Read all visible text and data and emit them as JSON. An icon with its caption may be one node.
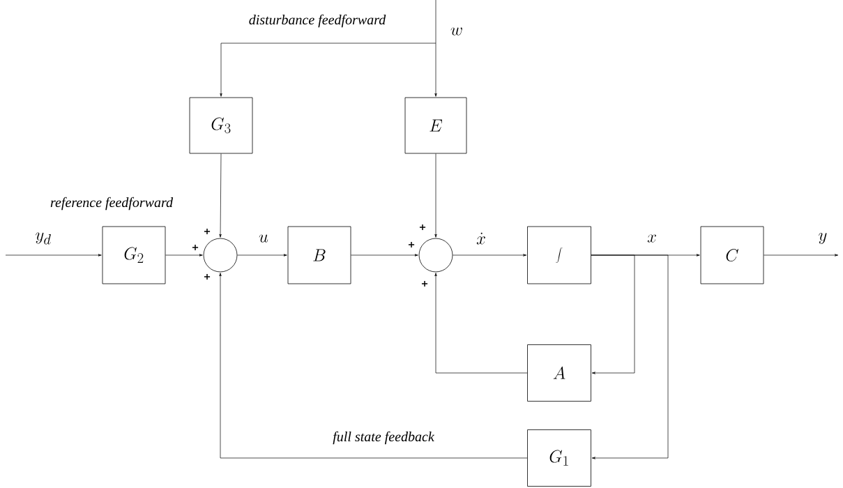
{
  "diagram": {
    "nodes": [
      {
        "text": [
          "G_3"
        ]
      },
      {
        "text": [
          "E"
        ]
      },
      {
        "text": [
          "G_2"
        ]
      },
      {
        "text": [],
        "shape": "circle"
      },
      {
        "text": [
          "B"
        ]
      },
      {
        "text": [],
        "shape": "circle"
      },
      {
        "text": [
          "\\int"
        ]
      },
      {
        "text": [
          "C"
        ]
      },
      {
        "text": [
          "A"
        ]
      },
      {
        "text": [
          "G_1"
        ]
      }
    ],
    "edges": [
      {
        "from": null,
        "to": 1,
        "arrow": "to",
        "label": "w"
      },
      {
        "from": null,
        "to": 0,
        "arrow": "to"
      },
      {
        "from": 0,
        "to": 3,
        "arrow": "to"
      },
      {
        "from": 1,
        "to": 5,
        "arrow": "to"
      },
      {
        "from": null,
        "to": 2,
        "arrow": "to",
        "label": "y_d"
      },
      {
        "from": 2,
        "to": 3,
        "arrow": "to"
      },
      {
        "from": 3,
        "to": 4,
        "arrow": "to",
        "label": "u"
      },
      {
        "from": 4,
        "to": 5,
        "arrow": "to"
      },
      {
        "from": 5,
        "to": 6,
        "arrow": "to",
        "label": "\\dot{x}"
      },
      {
        "from": 6,
        "to": 7,
        "arrow": "to",
        "label": "x"
      },
      {
        "from": 7,
        "to": null,
        "arrow": "to",
        "label": "y"
      },
      {
        "from": 6,
        "to": 8,
        "arrow": "to"
      },
      {
        "from": 6,
        "to": 9,
        "arrow": "to"
      },
      {
        "from": 8,
        "to": 5,
        "arrow": "to"
      },
      {
        "from": 9,
        "to": 3,
        "arrow": "to"
      }
    ],
    "labels": [
      "disturbance feedforward",
      "reference feedforward",
      "+",
      "+",
      "+",
      "+",
      "+",
      "+",
      "full state feedback"
    ]
  }
}
